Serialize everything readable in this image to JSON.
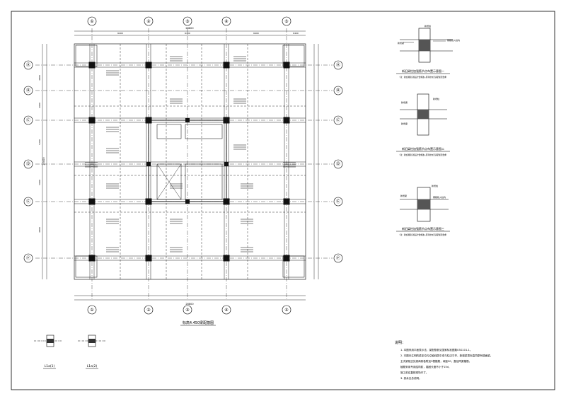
{
  "plan": {
    "title": "标高4.450梁配筋图",
    "axes_top": [
      "①",
      "②",
      "③",
      "④",
      "⑤"
    ],
    "axes_left": [
      "Ⓐ",
      "Ⓑ",
      "Ⓒ",
      "Ⓓ",
      "Ⓔ",
      "Ⓕ"
    ],
    "overall_width": "28800",
    "overall_height": "25400",
    "spans_x": [
      "6400",
      "6400",
      "6400",
      "6400"
    ],
    "spans_y": [
      "4800",
      "4000",
      "5200",
      "5000",
      "4800"
    ]
  },
  "details": [
    {
      "title": "新旧梁柱加强筋节点布置示意图一",
      "note": "（注：新加钢筋应按设计要求锚入原有柱内且满足规范要求）",
      "labels": [
        "新增梁",
        "新增柱",
        "钢筋植入柱内"
      ]
    },
    {
      "title": "新旧梁柱加强筋节点布置示意图二",
      "note": "（注：新加钢筋应按设计要求锚入原有柱内且满足规范要求）",
      "labels": [
        "新增梁",
        "新增梁",
        "新增柱"
      ]
    },
    {
      "title": "新旧梁柱加强筋节点布置示意图三",
      "note": "（注：新加钢筋应按设计要求锚入原有柱内且满足规范要求）",
      "labels": [
        "新增梁",
        "新增柱",
        "钢筋植入柱内"
      ]
    }
  ],
  "sections": [
    {
      "label": "L1a(1)"
    },
    {
      "label": "L1a(2)"
    }
  ],
  "notes": {
    "heading": "说明：",
    "lines": [
      "1. 本图采用平面表示法，梁配筋参见国家标准图集03G101-1。",
      "2. 本图未注明的梁定位均沿轴线居中或与柱边平齐，新增梁顶标高同原有楼面梁。",
      "   主次梁相交处梁两侧各附加3根箍筋，间距50，直径同梁箍筋。",
      "   植筋采用专用结构胶，锚固长度不小于15d，",
      "   施工前应复核现场尺寸。",
      "3. 其余见总说明。"
    ]
  },
  "colors": {
    "line": "#000000",
    "paper": "#ffffff",
    "column": "#111111"
  }
}
